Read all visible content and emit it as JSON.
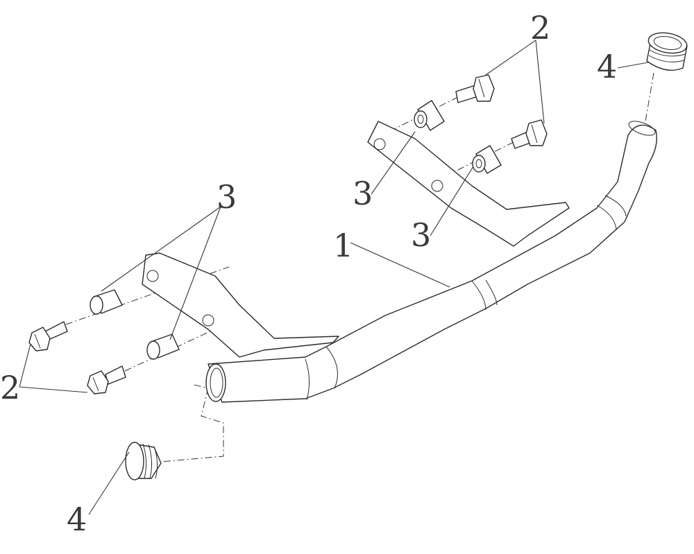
{
  "diagram": {
    "callouts": {
      "part_1": "1",
      "part_2_upper": "2",
      "part_2_lower": "2",
      "part_3_left": "3",
      "part_3_upper_a": "3",
      "part_3_upper_b": "3",
      "part_4_upper": "4",
      "part_4_lower": "4"
    },
    "colors": {
      "line": "#2a2a2a",
      "background": "#ffffff"
    }
  }
}
